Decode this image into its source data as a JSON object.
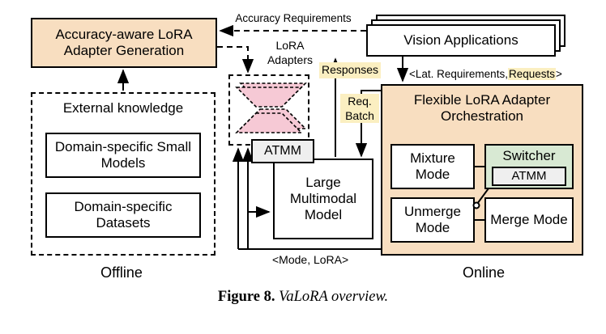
{
  "caption": {
    "label": "Figure 8.",
    "text": "VaLoRA overview."
  },
  "section_labels": {
    "offline": "Offline",
    "online": "Online"
  },
  "colors": {
    "box_orange": "#F8DEC0",
    "adapter_pink": "#F6C9D5",
    "switcher_green": "#D8E9D3",
    "highlight_yellow": "#FBEFC1",
    "atmm_gray": "#EFEFEF"
  },
  "offline": {
    "adapter_generation": "Accuracy-aware LoRA Adapter Generation",
    "external_knowledge_title": "External knowledge",
    "small_models": "Domain-specific Small Models",
    "datasets": "Domain-specific Datasets"
  },
  "middle": {
    "lora_adapters": "LoRA Adapters",
    "atmm": "ATMM",
    "large_multimodal_model": "Large Multimodal Model",
    "mode_lora": "<Mode, LoRA>"
  },
  "online": {
    "vision_applications": "Vision Applications",
    "orchestration_title": "Flexible LoRA Adapter Orchestration",
    "mixture_mode": "Mixture Mode",
    "switcher": "Switcher",
    "switcher_atmm": "ATMM",
    "unmerge_mode": "Unmerge Mode",
    "merge_mode": "Merge Mode"
  },
  "flows": {
    "accuracy_requirements": "Accuracy Requirements",
    "responses": "Responses",
    "req_batch": "Req. Batch",
    "lat_requirements_prefix": "<Lat. Requirements,",
    "requests": "Requests",
    "lat_requirements_suffix": ">"
  }
}
